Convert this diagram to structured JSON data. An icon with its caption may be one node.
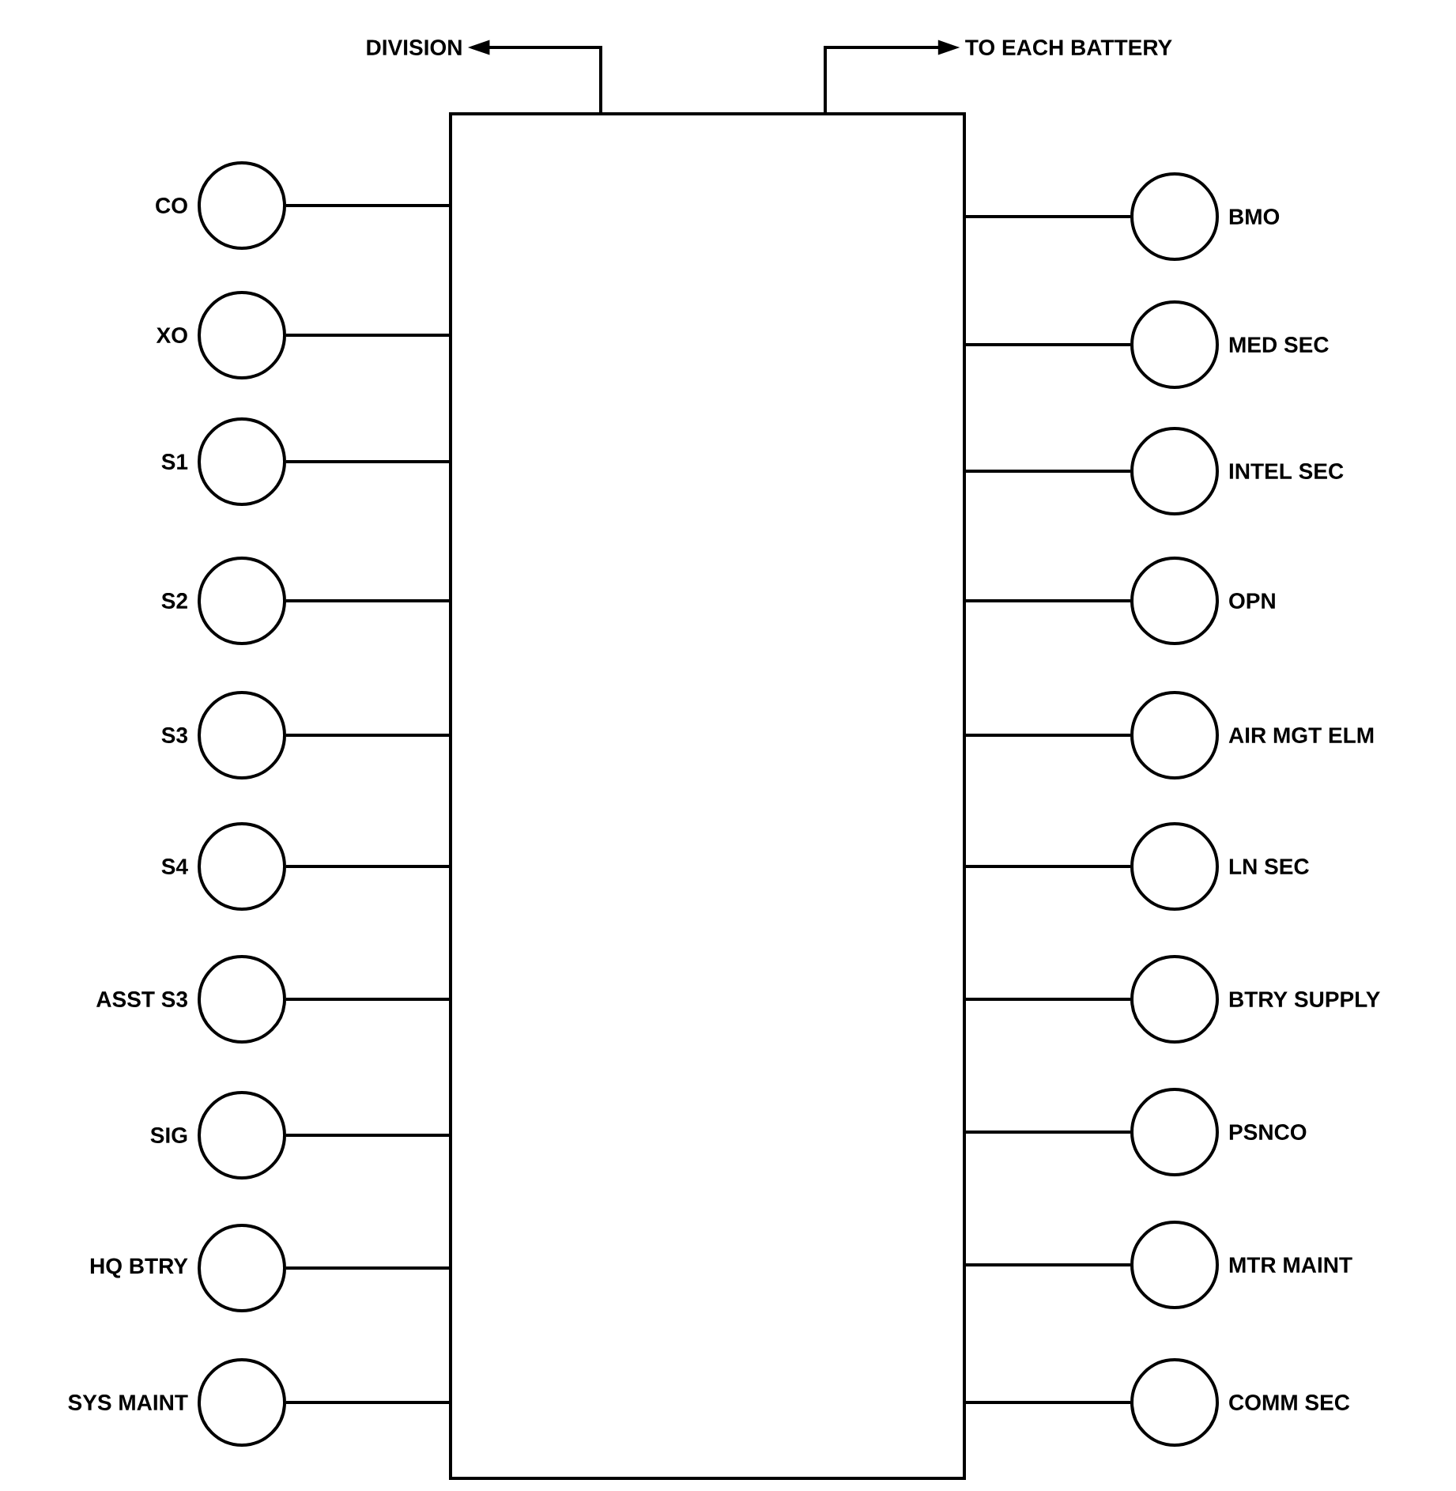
{
  "diagram": {
    "nodes": [
      {
        "text": [],
        "shape": "box"
      },
      {
        "text": [
          "DIVISION"
        ]
      },
      {
        "text": [
          "TO EACH BATTERY"
        ]
      },
      {
        "text": [],
        "shape": "circle",
        "beside": [
          "CO"
        ]
      },
      {
        "text": [],
        "shape": "circle",
        "beside": [
          "XO"
        ]
      },
      {
        "text": [],
        "shape": "circle",
        "beside": [
          "S1"
        ]
      },
      {
        "text": [],
        "shape": "circle",
        "beside": [
          "S2"
        ]
      },
      {
        "text": [],
        "shape": "circle",
        "beside": [
          "S3"
        ]
      },
      {
        "text": [],
        "shape": "circle",
        "beside": [
          "S4"
        ]
      },
      {
        "text": [],
        "shape": "circle",
        "beside": [
          "ASST S3"
        ]
      },
      {
        "text": [],
        "shape": "circle",
        "beside": [
          "SIG"
        ]
      },
      {
        "text": [],
        "shape": "circle",
        "beside": [
          "HQ BTRY"
        ]
      },
      {
        "text": [],
        "shape": "circle",
        "beside": [
          "SYS MAINT"
        ]
      },
      {
        "text": [],
        "shape": "circle",
        "beside": [
          "BMO"
        ]
      },
      {
        "text": [],
        "shape": "circle",
        "beside": [
          "MED SEC"
        ]
      },
      {
        "text": [],
        "shape": "circle",
        "beside": [
          "INTEL SEC"
        ]
      },
      {
        "text": [],
        "shape": "circle",
        "beside": [
          "OPN"
        ]
      },
      {
        "text": [],
        "shape": "circle",
        "beside": [
          "AIR MGT ELM"
        ]
      },
      {
        "text": [],
        "shape": "circle",
        "beside": [
          "LN SEC"
        ]
      },
      {
        "text": [],
        "shape": "circle",
        "beside": [
          "BTRY SUPPLY"
        ]
      },
      {
        "text": [],
        "shape": "circle",
        "beside": [
          "PSNCO"
        ]
      },
      {
        "text": [],
        "shape": "circle",
        "beside": [
          "MTR MAINT"
        ]
      },
      {
        "text": [],
        "shape": "circle",
        "beside": [
          "COMM SEC"
        ]
      }
    ],
    "edges": [
      {
        "from": 0,
        "to": 1,
        "arrow": "to"
      },
      {
        "from": 0,
        "to": 2,
        "arrow": "to"
      },
      {
        "from": 3,
        "to": 0,
        "arrow": "none"
      },
      {
        "from": 4,
        "to": 0,
        "arrow": "none"
      },
      {
        "from": 5,
        "to": 0,
        "arrow": "none"
      },
      {
        "from": 6,
        "to": 0,
        "arrow": "none"
      },
      {
        "from": 7,
        "to": 0,
        "arrow": "none"
      },
      {
        "from": 8,
        "to": 0,
        "arrow": "none"
      },
      {
        "from": 9,
        "to": 0,
        "arrow": "none"
      },
      {
        "from": 10,
        "to": 0,
        "arrow": "none"
      },
      {
        "from": 11,
        "to": 0,
        "arrow": "none"
      },
      {
        "from": 12,
        "to": 0,
        "arrow": "none"
      },
      {
        "from": 13,
        "to": 0,
        "arrow": "none"
      },
      {
        "from": 14,
        "to": 0,
        "arrow": "none"
      },
      {
        "from": 15,
        "to": 0,
        "arrow": "none"
      },
      {
        "from": 16,
        "to": 0,
        "arrow": "none"
      },
      {
        "from": 17,
        "to": 0,
        "arrow": "none"
      },
      {
        "from": 18,
        "to": 0,
        "arrow": "none"
      },
      {
        "from": 19,
        "to": 0,
        "arrow": "none"
      },
      {
        "from": 20,
        "to": 0,
        "arrow": "none"
      },
      {
        "from": 21,
        "to": 0,
        "arrow": "none"
      },
      {
        "from": 22,
        "to": 0,
        "arrow": "none"
      }
    ]
  }
}
